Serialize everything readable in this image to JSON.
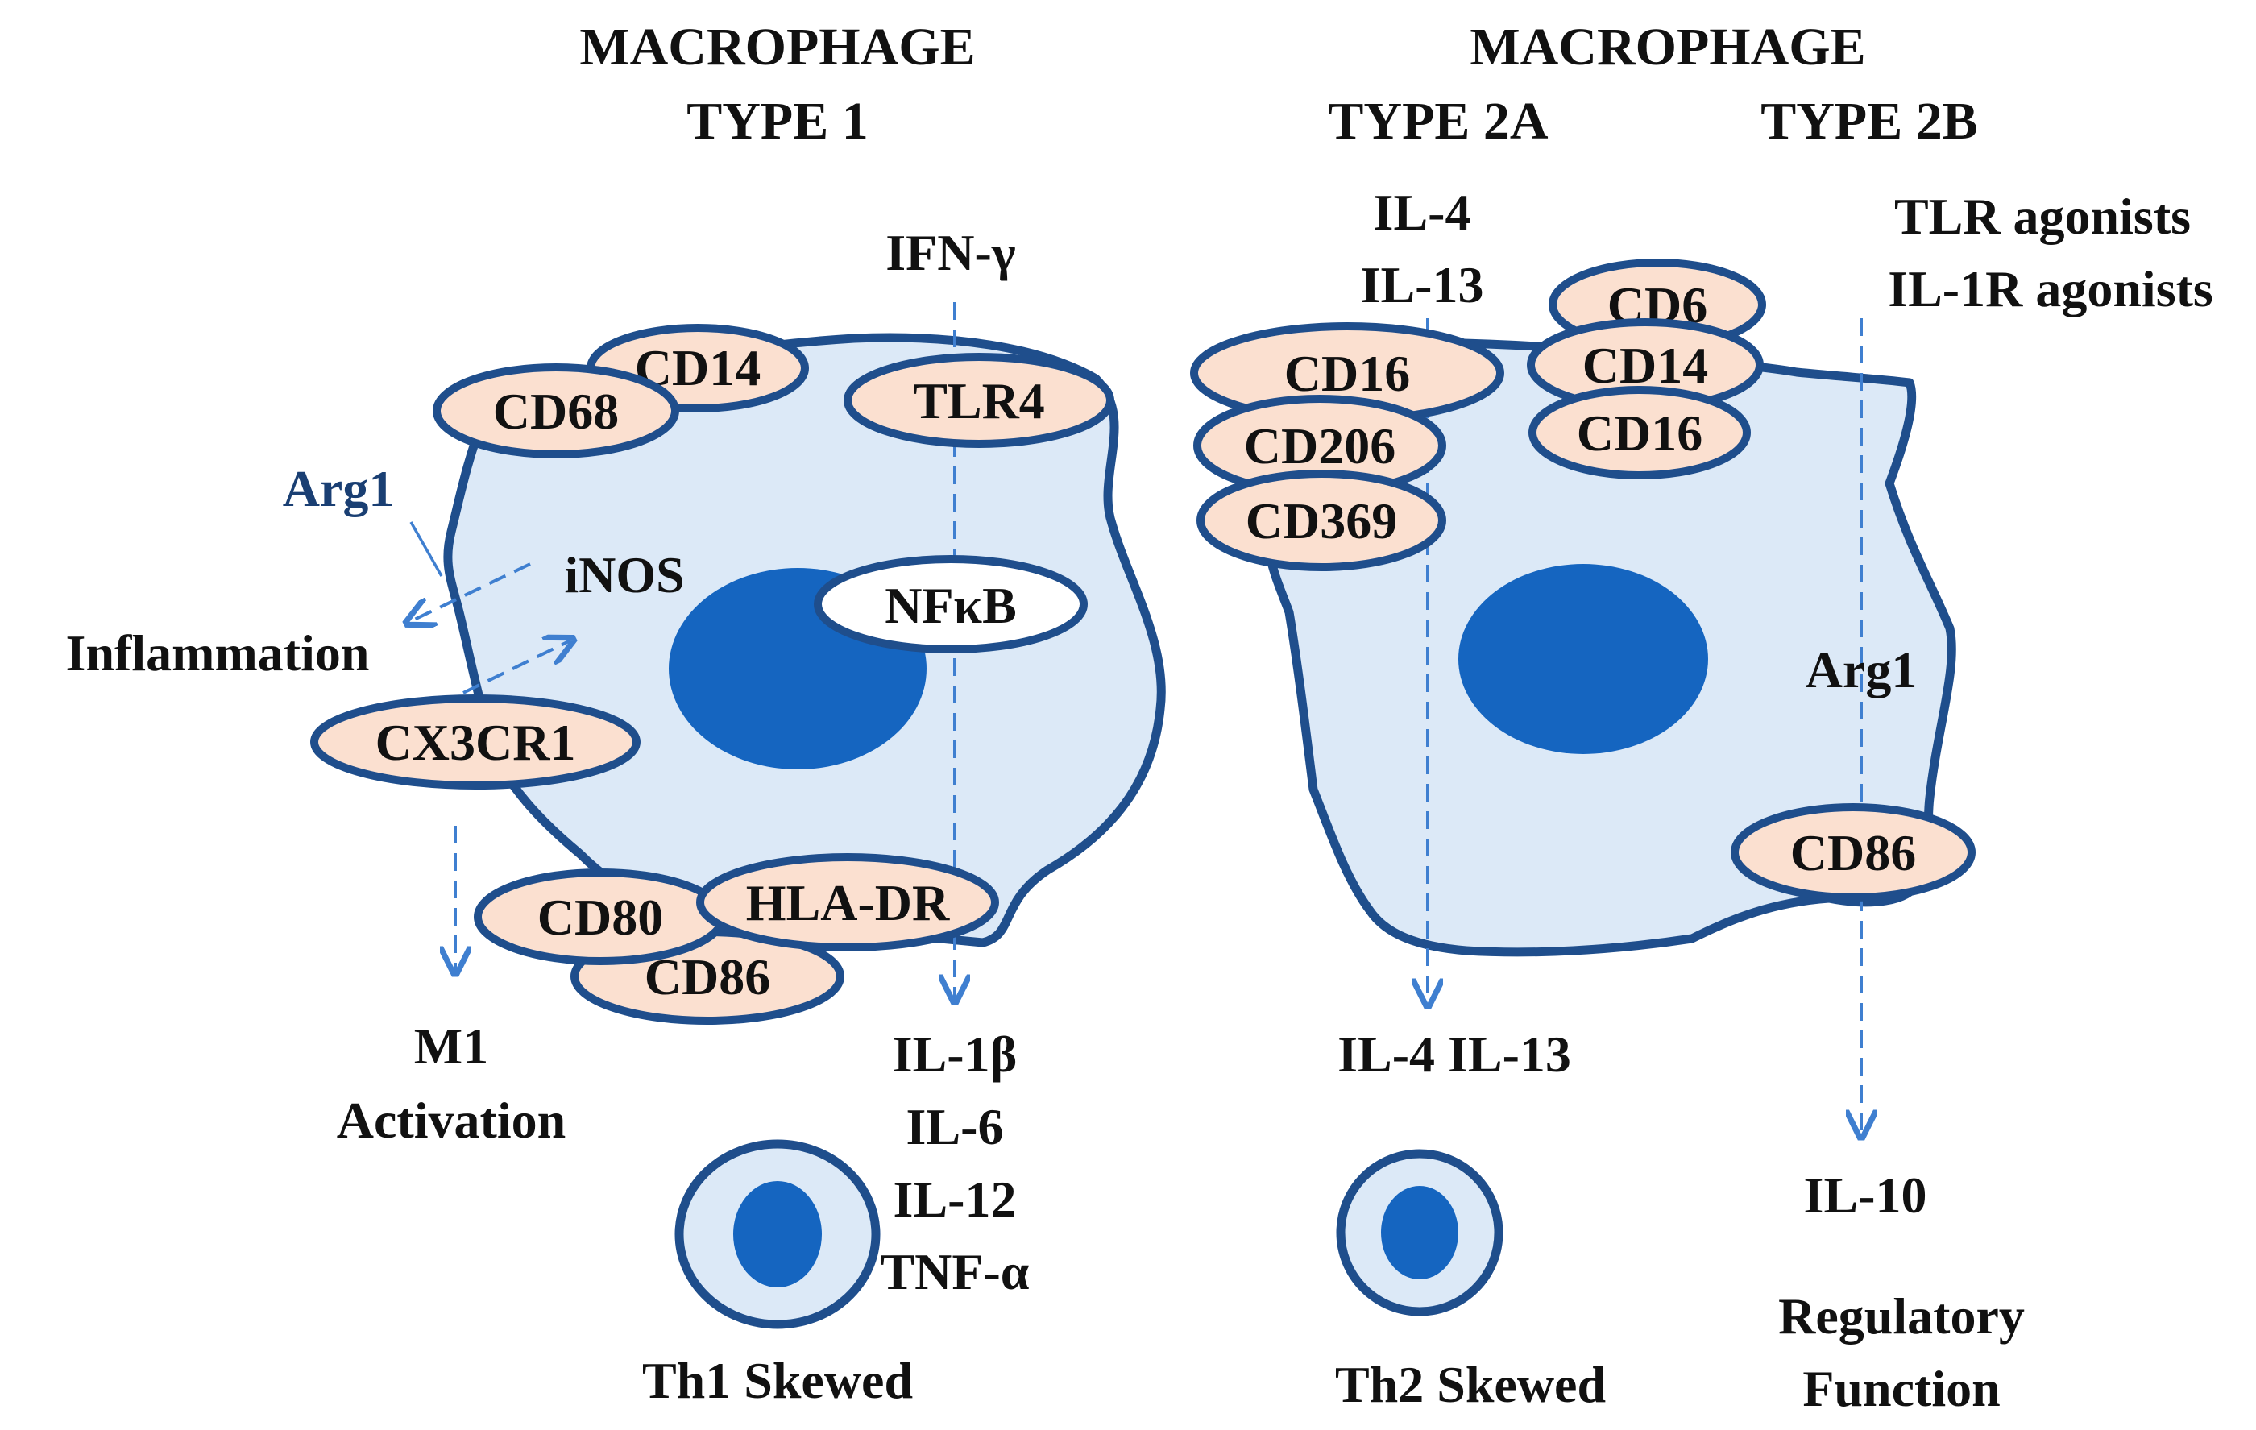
{
  "colors": {
    "cell_fill": "#dce9f7",
    "cell_stroke": "#1f4e8c",
    "nucleus_fill": "#1565c0",
    "receptor_fill": "#fbe0d0",
    "receptor_stroke": "#1f4e8c",
    "nfkb_fill": "#ffffff",
    "arrow": "#3f7fd0",
    "arg_text": "#1a3f73"
  },
  "type1": {
    "header_line1": "MACROPHAGE",
    "header_line2": "TYPE 1",
    "stimulus": "IFN-γ",
    "receptors": {
      "cd14": "CD14",
      "cd68": "CD68",
      "tlr4": "TLR4",
      "cx3cr1": "CX3CR1",
      "cd80": "CD80",
      "hla_dr": "HLA-DR",
      "cd86": "CD86"
    },
    "nfkb": "NFκB",
    "arg1": "Arg1",
    "inos": "iNOS",
    "inflammation": "Inflammation",
    "m1_line1": "M1",
    "m1_line2": "Activation",
    "cytokines": [
      "IL-1β",
      "IL-6",
      "IL-12",
      "TNF-α"
    ],
    "skew": "Th1 Skewed"
  },
  "type2": {
    "header": "MACROPHAGE",
    "type2a": "TYPE 2A",
    "type2b": "TYPE 2B",
    "stimulus_2a": [
      "IL-4",
      "IL-13"
    ],
    "stimulus_2b": [
      "TLR agonists",
      "IL-1R agonists"
    ],
    "receptors": {
      "cd6": "CD6",
      "cd16_left": "CD16",
      "cd14": "CD14",
      "cd206": "CD206",
      "cd16_right": "CD16",
      "cd369": "CD369",
      "cd86": "CD86"
    },
    "arg1": "Arg1",
    "output_2a": "IL-4 IL-13",
    "output_2b": "IL-10",
    "skew": "Th2 Skewed",
    "regulatory_line1": "Regulatory",
    "regulatory_line2": "Function"
  }
}
